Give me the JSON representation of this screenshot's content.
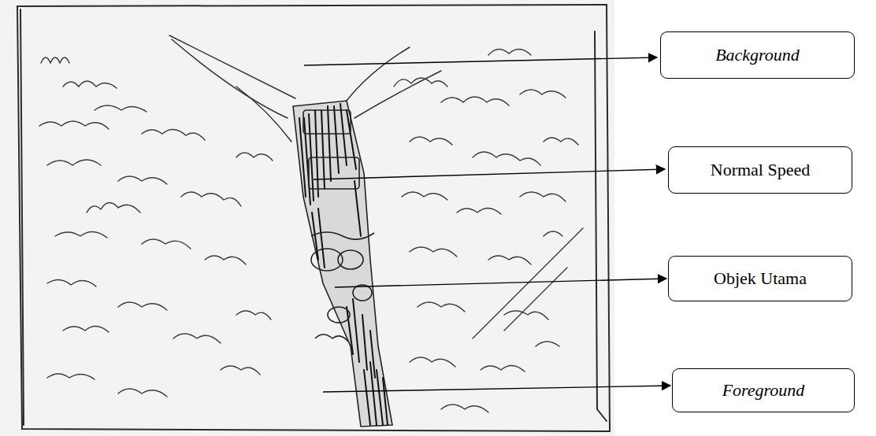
{
  "diagram": {
    "nodes": [
      {
        "text": [
          "Background"
        ]
      },
      {
        "text": [
          "Normal Speed"
        ]
      },
      {
        "text": [
          "Objek Utama"
        ]
      },
      {
        "text": [
          "Foreground"
        ]
      }
    ]
  }
}
